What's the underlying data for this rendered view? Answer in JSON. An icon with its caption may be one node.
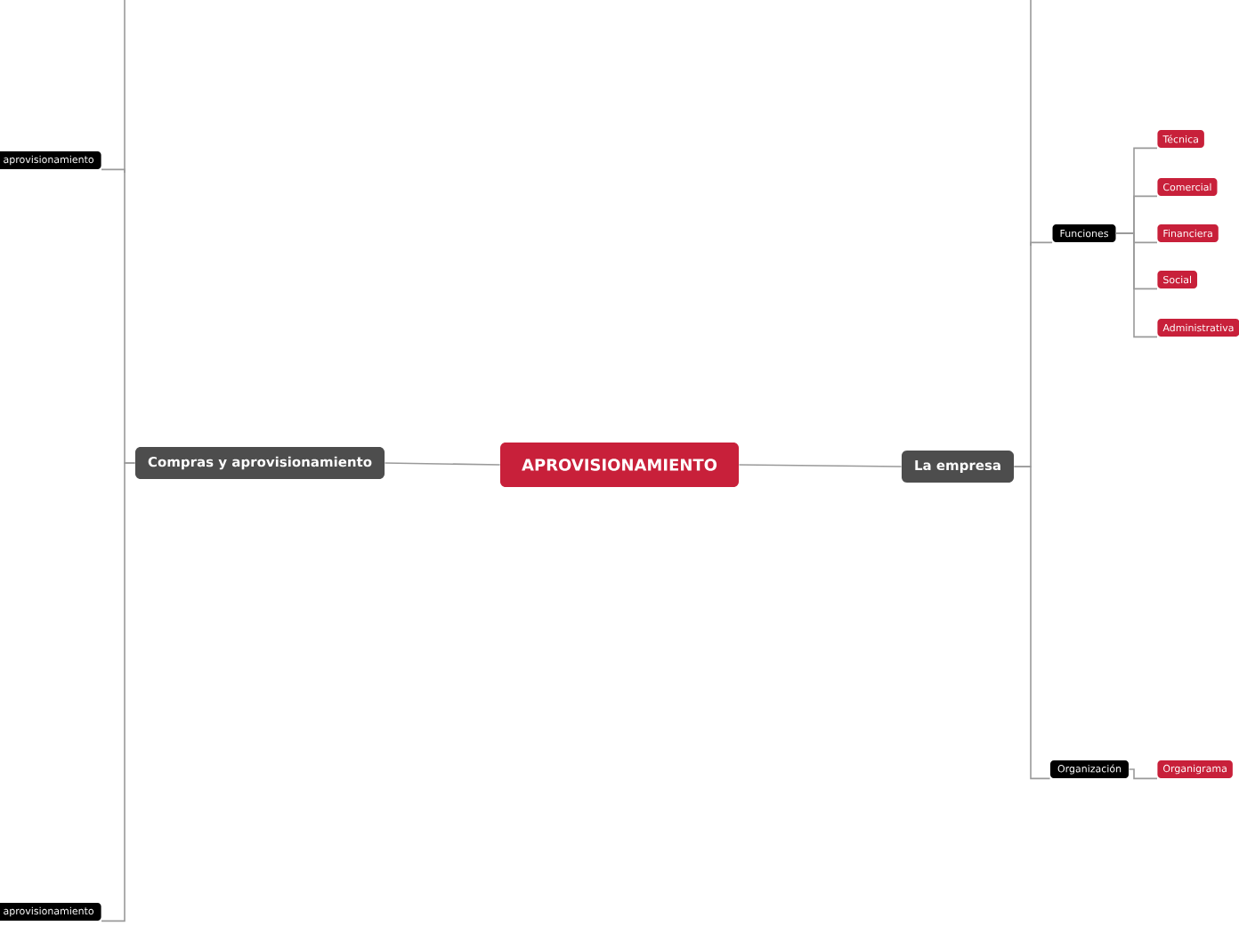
{
  "diagram": {
    "nodes": [
      {
        "text": [
          "APROVISIONAMIENTO"
        ]
      },
      {
        "text": [
          "Compras y aprovisionamiento"
        ]
      },
      {
        "text": [
          "La empresa"
        ]
      },
      {
        "text": [
          "aprovisionamiento"
        ]
      },
      {
        "text": [
          "aprovisionamiento"
        ]
      },
      {
        "text": [
          "Funciones"
        ]
      },
      {
        "text": [
          "Técnica"
        ]
      },
      {
        "text": [
          "Comercial"
        ]
      },
      {
        "text": [
          "Financiera"
        ]
      },
      {
        "text": [
          "Social"
        ]
      },
      {
        "text": [
          "Administrativa"
        ]
      },
      {
        "text": [
          "Organización"
        ]
      },
      {
        "text": [
          "Organigrama"
        ]
      }
    ],
    "edges": [
      {
        "from": 0,
        "to": 1,
        "arrow": "none"
      },
      {
        "from": 0,
        "to": 2,
        "arrow": "none"
      },
      {
        "from": 1,
        "to": 3,
        "arrow": "none"
      },
      {
        "from": 1,
        "to": 4,
        "arrow": "none"
      },
      {
        "from": 2,
        "to": 5,
        "arrow": "none"
      },
      {
        "from": 2,
        "to": 11,
        "arrow": "none"
      },
      {
        "from": 5,
        "to": 6,
        "arrow": "none"
      },
      {
        "from": 5,
        "to": 7,
        "arrow": "none"
      },
      {
        "from": 5,
        "to": 8,
        "arrow": "none"
      },
      {
        "from": 5,
        "to": 9,
        "arrow": "none"
      },
      {
        "from": 5,
        "to": 10,
        "arrow": "none"
      },
      {
        "from": 11,
        "to": 12,
        "arrow": "none"
      }
    ]
  }
}
